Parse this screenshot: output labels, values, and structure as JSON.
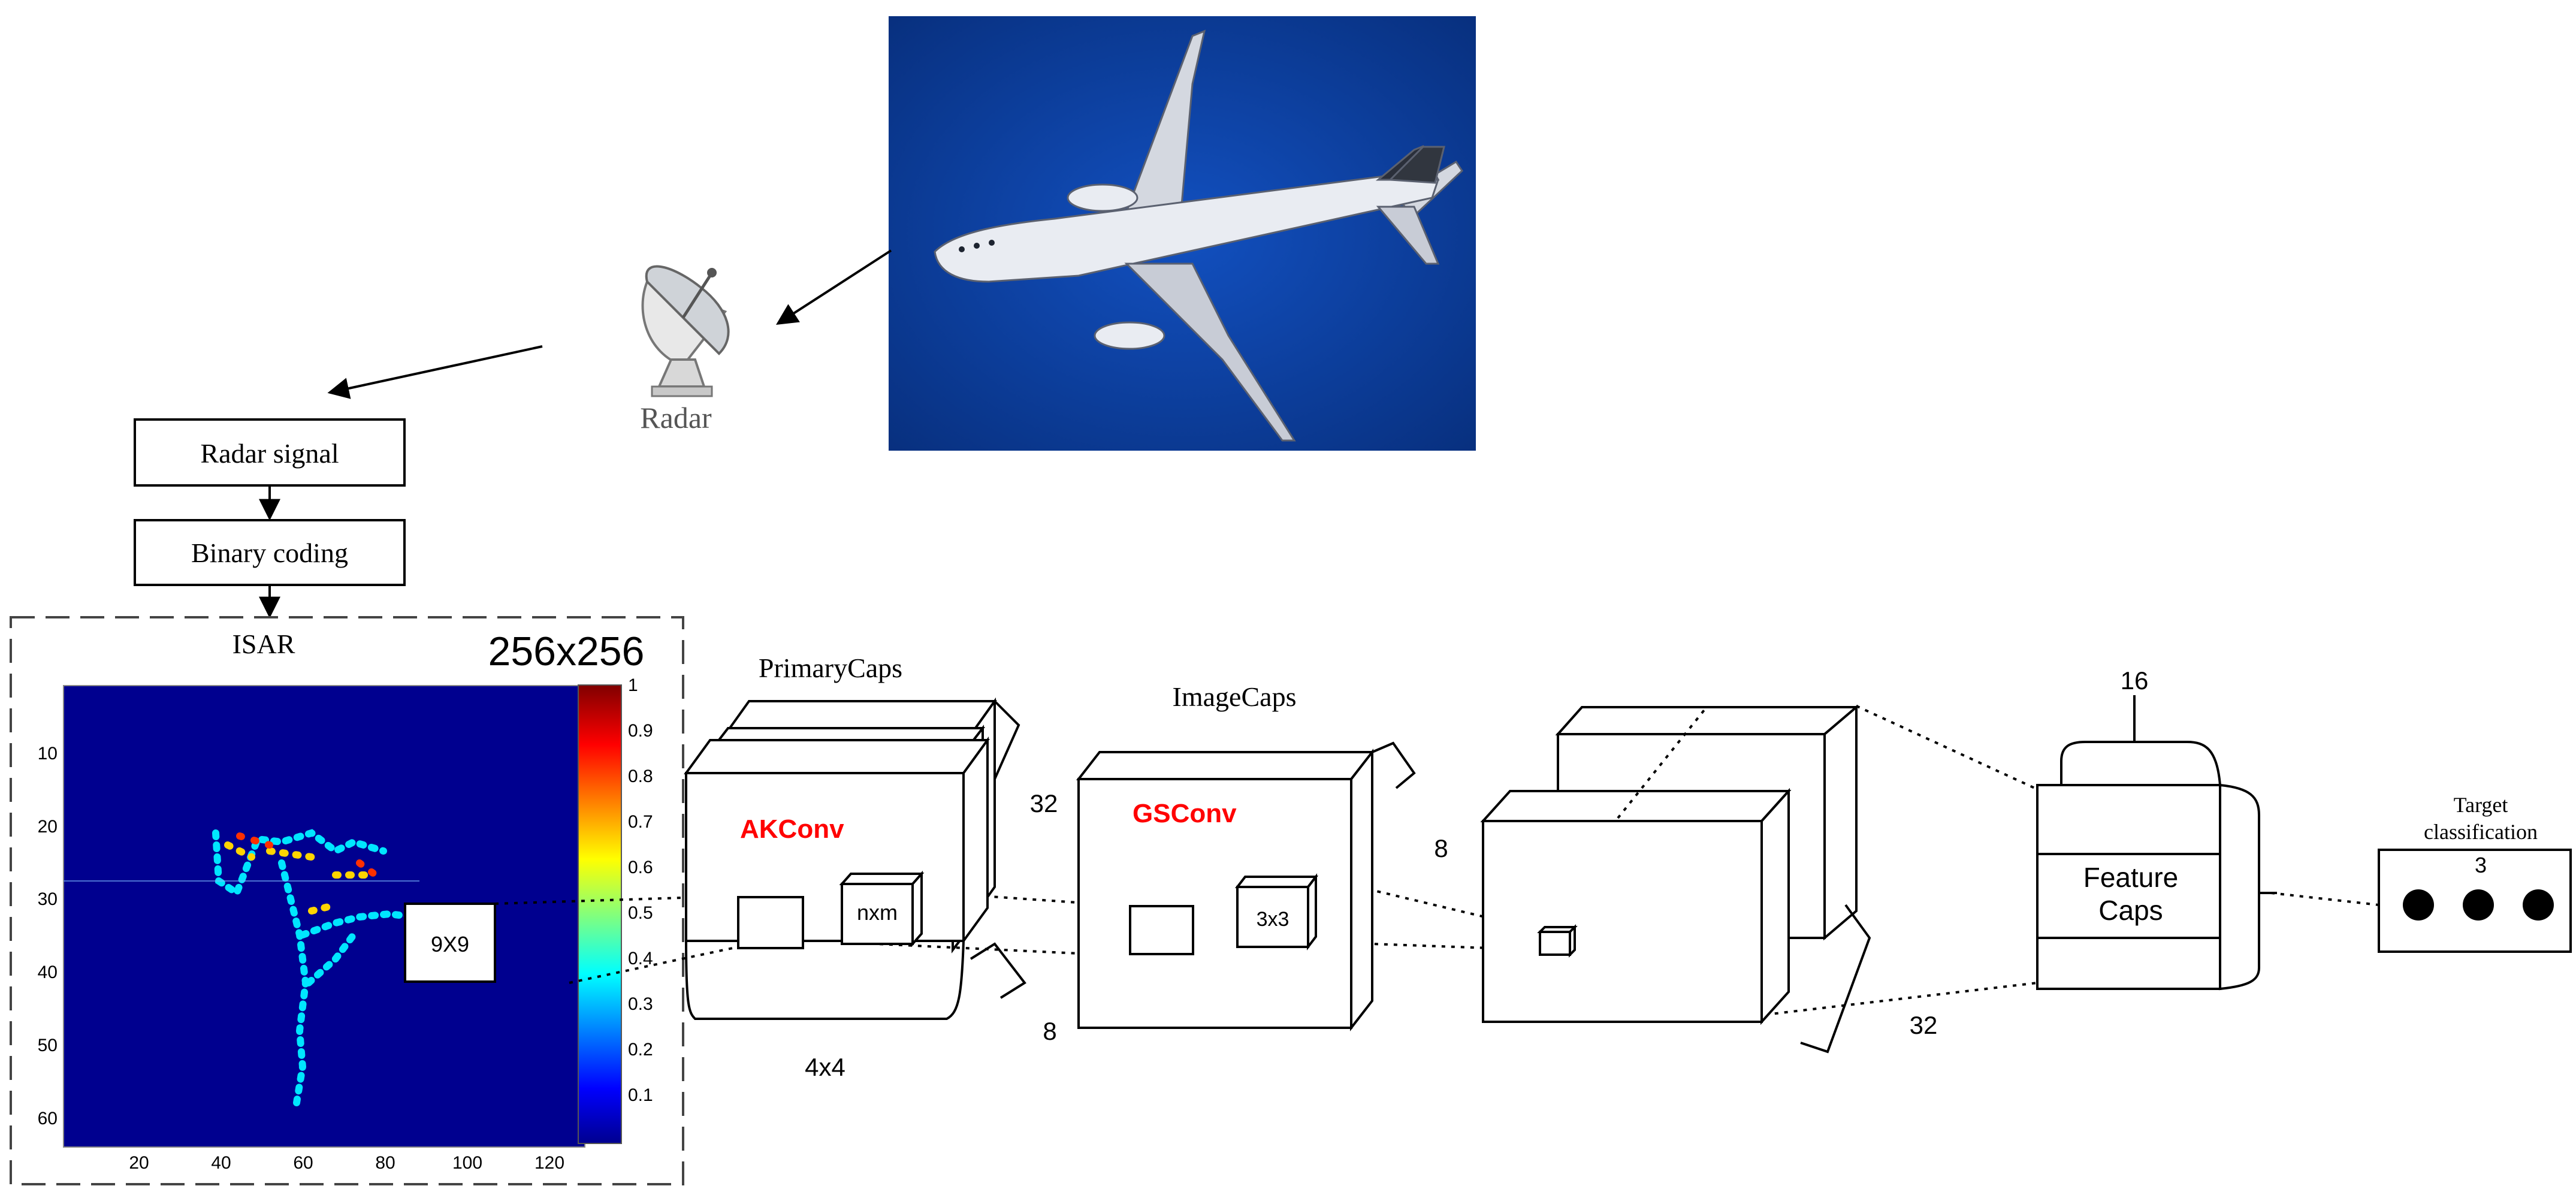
{
  "labels": {
    "radar": "Radar",
    "radar_signal": "Radar signal",
    "binary_coding": "Binary coding",
    "isar": "ISAR",
    "size": "256x256",
    "window": "9X9",
    "primary_caps": "PrimaryCaps",
    "akconv": "AKConv",
    "nxm": "nxm",
    "primary_depth": "32",
    "primary_caps_dim": "8",
    "primary_grid": "4x4",
    "image_caps": "ImageCaps",
    "gsconv": "GSConv",
    "kernel": "3x3",
    "image_caps_dim": "8",
    "conv_depth": "32",
    "feature_caps_line1": "Feature",
    "feature_caps_line2": "Caps",
    "feature_dim": "16",
    "target_line1": "Target",
    "target_line2": "classification",
    "target_count": "3"
  },
  "isar_plot": {
    "x_ticks": [
      "20",
      "40",
      "60",
      "80",
      "100",
      "120"
    ],
    "y_ticks": [
      "10",
      "20",
      "30",
      "40",
      "50",
      "60"
    ],
    "xlim": [
      1,
      128
    ],
    "ylim": [
      1,
      64
    ],
    "colormap": "jet",
    "background_color": "#00008f",
    "colorbar_ticks": [
      "1",
      "0.9",
      "0.8",
      "0.7",
      "0.6",
      "0.5",
      "0.4",
      "0.3",
      "0.2",
      "0.1"
    ],
    "colorbar_range": [
      0,
      1
    ]
  },
  "colors": {
    "accent_text": "#ff0000",
    "sky": "#0a3a9e",
    "line": "#000000"
  },
  "icons": [
    "airplane-photo",
    "radar-dish-icon",
    "output-dot"
  ]
}
